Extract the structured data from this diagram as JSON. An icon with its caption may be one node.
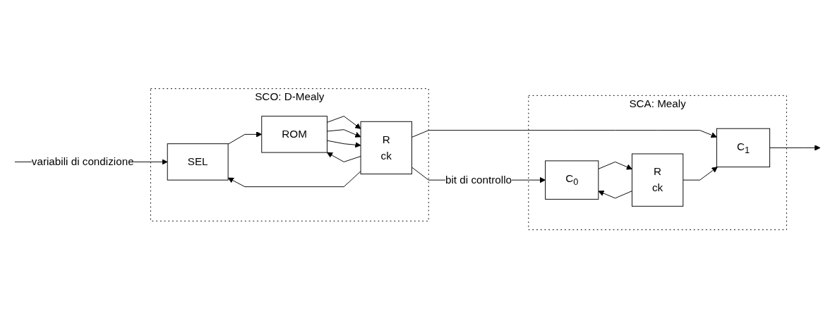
{
  "diagram": {
    "nodes": [
      {
        "text": [
          "SCO: D-Mealy"
        ]
      },
      {
        "text": [
          "SEL"
        ],
        "in": 0
      },
      {
        "text": [
          "ROM"
        ],
        "in": 0
      },
      {
        "text": [
          "R",
          "ck"
        ],
        "in": 0
      },
      {
        "text": [
          "SCA: Mealy"
        ]
      },
      {
        "text": [
          "C$_{0}$"
        ],
        "in": 4
      },
      {
        "text": [
          "R",
          "ck"
        ],
        "in": 4
      },
      {
        "text": [
          "C$_{1}$"
        ],
        "in": 4
      }
    ],
    "edges": [
      {
        "from": null,
        "to": 1,
        "arrow": "to",
        "label": "variabili di condizione"
      },
      {
        "from": 1,
        "to": 2,
        "arrow": "to"
      },
      {
        "from": 2,
        "to": 3,
        "arrow": "to"
      },
      {
        "from": 2,
        "to": 3,
        "arrow": "to"
      },
      {
        "from": 2,
        "to": 3,
        "arrow": "to"
      },
      {
        "from": 3,
        "to": 2,
        "arrow": "to"
      },
      {
        "from": 3,
        "to": 1,
        "arrow": "to"
      },
      {
        "from": 3,
        "to": 5,
        "arrow": "to",
        "label": "bit di controllo"
      },
      {
        "from": 3,
        "to": 7,
        "arrow": "to"
      },
      {
        "from": 5,
        "to": 6,
        "arrow": "to"
      },
      {
        "from": 6,
        "to": 7,
        "arrow": "to"
      },
      {
        "from": 6,
        "to": 5,
        "arrow": "to"
      },
      {
        "from": 7,
        "to": null,
        "arrow": "to"
      }
    ]
  }
}
